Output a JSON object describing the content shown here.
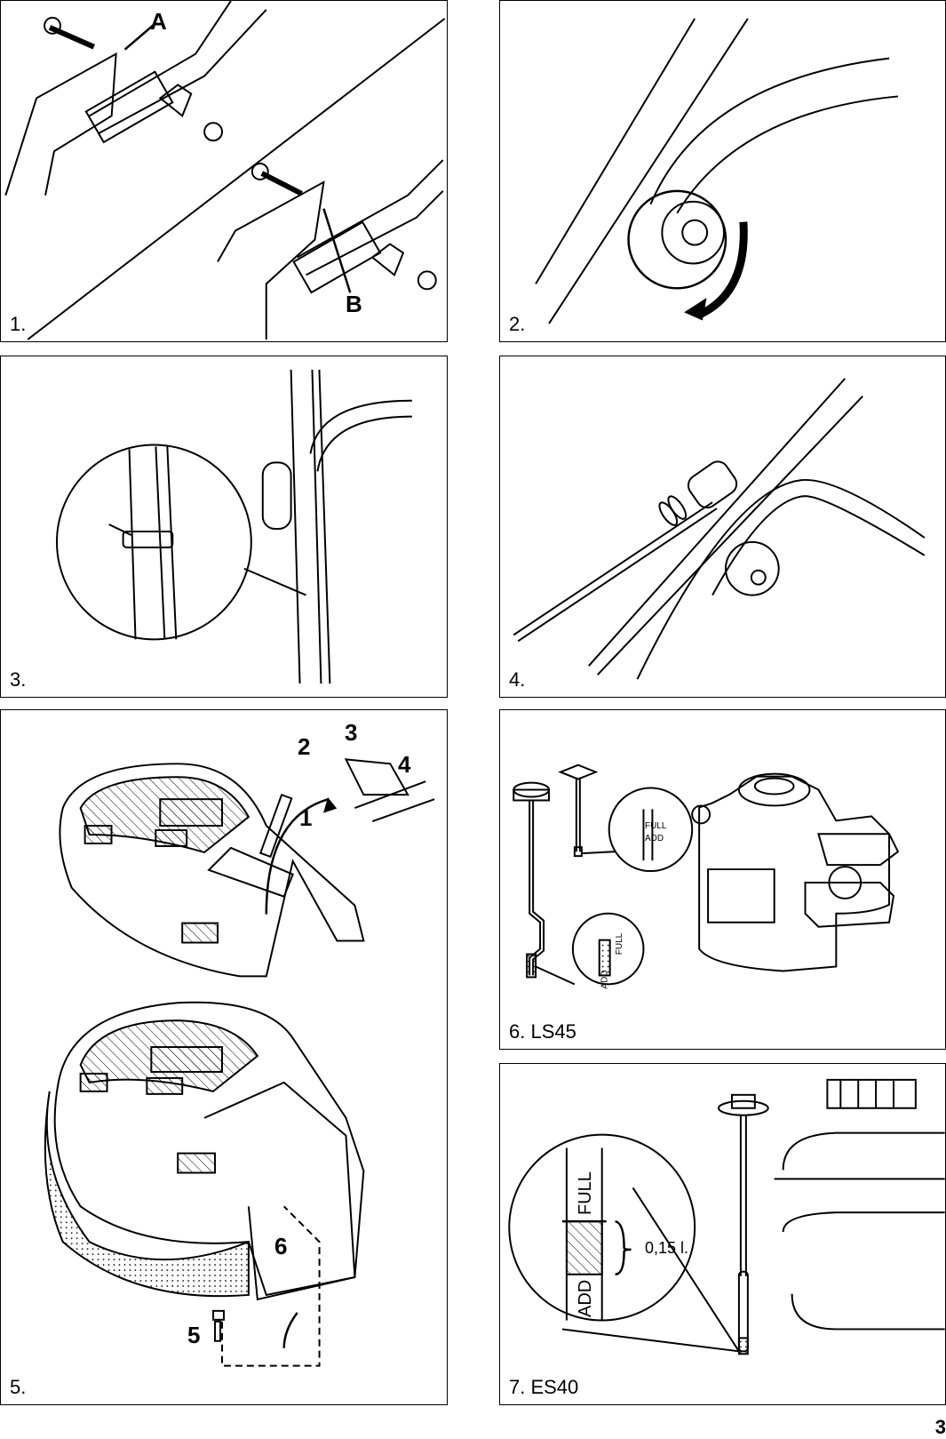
{
  "page_number": "3",
  "figures": [
    {
      "caption": "1.",
      "callouts": [
        "A",
        "B"
      ]
    },
    {
      "caption": "2."
    },
    {
      "caption": "3."
    },
    {
      "caption": "4."
    },
    {
      "caption": "5.",
      "callouts": [
        "1",
        "2",
        "3",
        "4",
        "5",
        "6"
      ]
    },
    {
      "caption": "6. LS45",
      "labels": [
        "FULL",
        "ADD",
        "FULL",
        "ADD"
      ]
    },
    {
      "caption": "7. ES40",
      "labels": [
        "FULL",
        "ADD",
        "0,15 l."
      ]
    }
  ]
}
